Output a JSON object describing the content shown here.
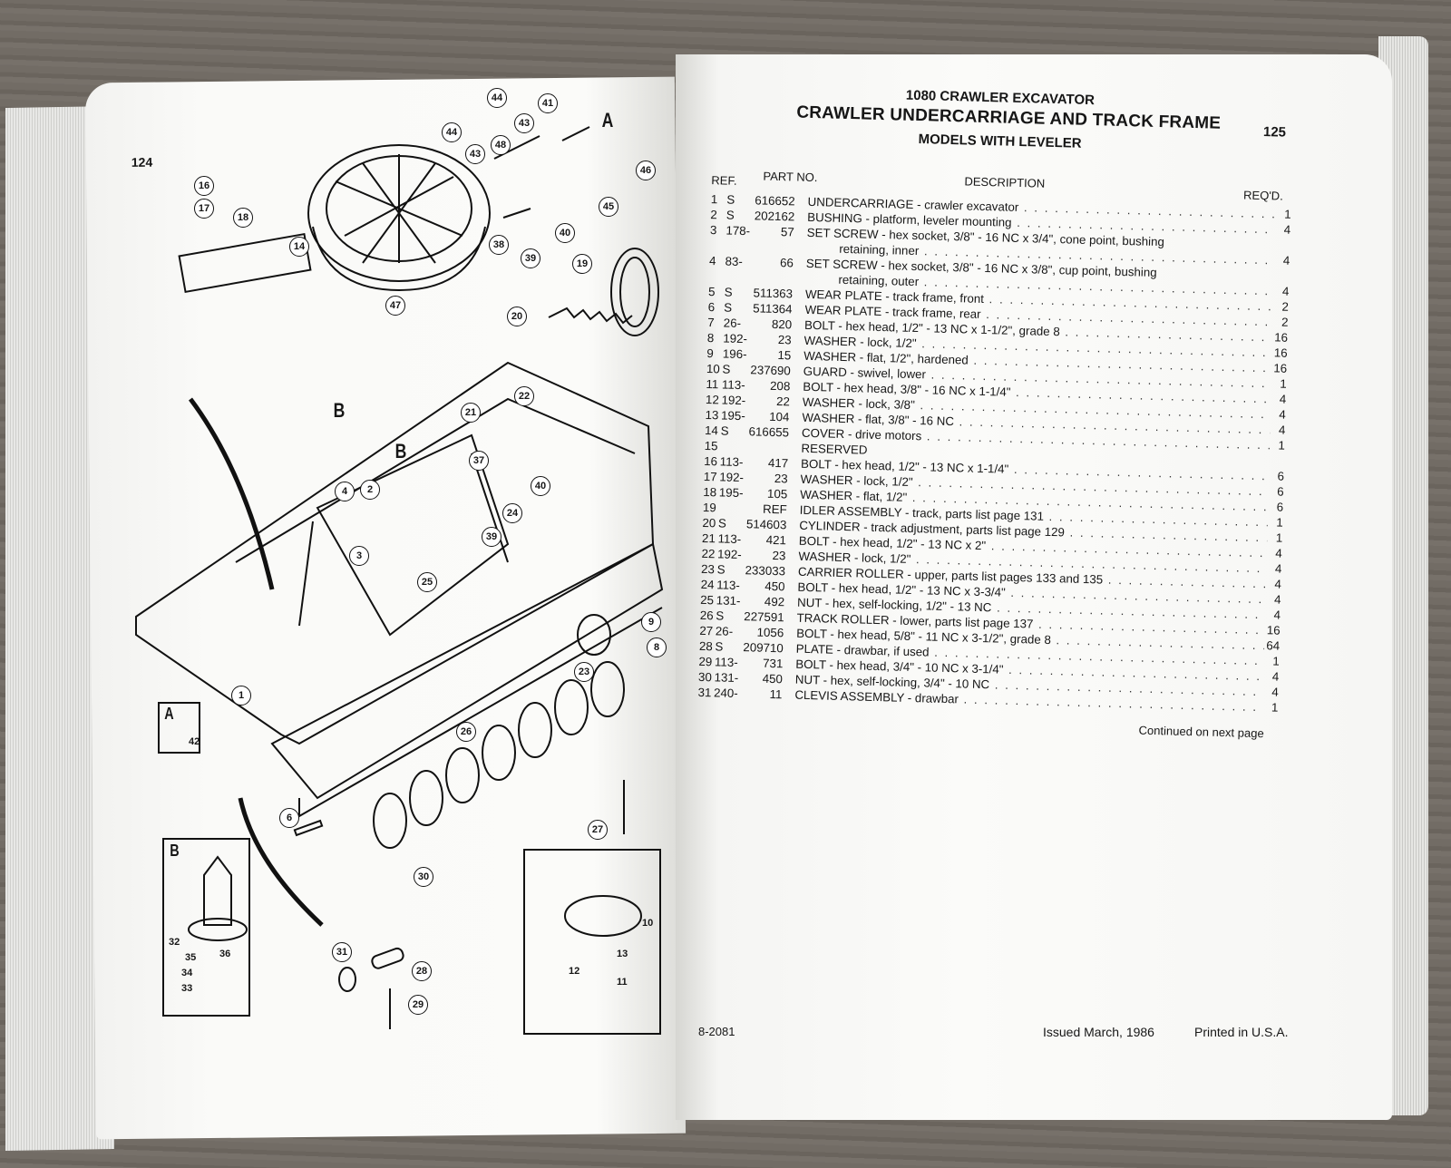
{
  "left_page": {
    "page_number": "124",
    "callouts": [
      "44",
      "43",
      "41",
      "44",
      "43",
      "48",
      "46",
      "45",
      "16",
      "17",
      "18",
      "14",
      "38",
      "39",
      "40",
      "47",
      "19",
      "20",
      "22",
      "21",
      "37",
      "40",
      "2",
      "4",
      "24",
      "39",
      "3",
      "25",
      "9",
      "8",
      "23",
      "1",
      "26",
      "6",
      "27",
      "30",
      "31",
      "28",
      "29"
    ],
    "view_letters": [
      "A",
      "B",
      "B"
    ],
    "inset_a": {
      "letter": "A",
      "part": "42"
    },
    "inset_b": {
      "letter": "B",
      "parts": [
        "32",
        "35",
        "36",
        "34",
        "33"
      ]
    },
    "inset_c": {
      "parts": [
        "10",
        "13",
        "12",
        "11"
      ]
    }
  },
  "right_page": {
    "page_number": "125",
    "header": "1080 CRAWLER EXCAVATOR",
    "title": "CRAWLER UNDERCARRIAGE AND TRACK FRAME",
    "subtitle": "MODELS WITH LEVELER",
    "columns": {
      "ref": "REF.",
      "part_no": "PART NO.",
      "description": "DESCRIPTION",
      "reqd": "REQ'D."
    },
    "parts": [
      {
        "ref": "1",
        "pre": "S",
        "num": "616652",
        "name": "UNDERCARRIAGE",
        "detail": " - crawler excavator",
        "qty": "1"
      },
      {
        "ref": "2",
        "pre": "S",
        "num": "202162",
        "name": "BUSHING",
        "detail": " - platform, leveler mounting",
        "qty": "4",
        "indent": true
      },
      {
        "ref": "3",
        "pre": "178-",
        "num": "57",
        "name": "SET SCREW",
        "detail": " - hex socket, 3/8\" - 16 NC x 3/4\", cone point, bushing",
        "cont": "retaining, inner",
        "qty": "4",
        "indent": true
      },
      {
        "ref": "4",
        "pre": "83-",
        "num": "66",
        "name": "SET SCREW",
        "detail": " - hex socket, 3/8\" - 16 NC x 3/8\", cup point, bushing",
        "cont": "retaining, outer",
        "qty": "4",
        "indent": true
      },
      {
        "ref": "5",
        "pre": "S",
        "num": "511363",
        "name": "WEAR PLATE",
        "detail": " - track frame, front",
        "qty": "2"
      },
      {
        "ref": "6",
        "pre": "S",
        "num": "511364",
        "name": "WEAR PLATE",
        "detail": " - track frame, rear",
        "qty": "2"
      },
      {
        "ref": "7",
        "pre": "26-",
        "num": "820",
        "name": "BOLT",
        "detail": " - hex head, 1/2\" - 13 NC x 1-1/2\", grade 8",
        "qty": "16"
      },
      {
        "ref": "8",
        "pre": "192-",
        "num": "23",
        "name": "WASHER",
        "detail": " - lock, 1/2\"",
        "qty": "16"
      },
      {
        "ref": "9",
        "pre": "196-",
        "num": "15",
        "name": "WASHER",
        "detail": " - flat, 1/2\", hardened",
        "qty": "16"
      },
      {
        "ref": "10",
        "pre": "S",
        "num": "237690",
        "name": "GUARD",
        "detail": " - swivel, lower",
        "qty": "1"
      },
      {
        "ref": "11",
        "pre": "113-",
        "num": "208",
        "name": "BOLT",
        "detail": " - hex head, 3/8\" - 16 NC x 1-1/4\"",
        "qty": "4"
      },
      {
        "ref": "12",
        "pre": "192-",
        "num": "22",
        "name": "WASHER",
        "detail": " - lock, 3/8\"",
        "qty": "4"
      },
      {
        "ref": "13",
        "pre": "195-",
        "num": "104",
        "name": "WASHER",
        "detail": " - flat, 3/8\" - 16 NC",
        "qty": "4"
      },
      {
        "ref": "14",
        "pre": "S",
        "num": "616655",
        "name": "COVER",
        "detail": " - drive motors",
        "qty": "1"
      },
      {
        "ref": "15",
        "pre": "",
        "num": "",
        "name": "RESERVED",
        "detail": "",
        "qty": ""
      },
      {
        "ref": "16",
        "pre": "113-",
        "num": "417",
        "name": "BOLT",
        "detail": " - hex head, 1/2\" - 13 NC x 1-1/4\"",
        "qty": "6"
      },
      {
        "ref": "17",
        "pre": "192-",
        "num": "23",
        "name": "WASHER",
        "detail": " - lock, 1/2\"",
        "qty": "6"
      },
      {
        "ref": "18",
        "pre": "195-",
        "num": "105",
        "name": "WASHER",
        "detail": " - flat, 1/2\"",
        "qty": "6"
      },
      {
        "ref": "19",
        "pre": "",
        "num": "REF",
        "name": "IDLER ASSEMBLY",
        "detail": " - track, parts list page 131",
        "qty": "1"
      },
      {
        "ref": "20",
        "pre": "S",
        "num": "514603",
        "name": "CYLINDER",
        "detail": " - track adjustment, parts list page 129",
        "qty": "1"
      },
      {
        "ref": "21",
        "pre": "113-",
        "num": "421",
        "name": "BOLT",
        "detail": " - hex head, 1/2\" - 13 NC x 2\"",
        "qty": "4"
      },
      {
        "ref": "22",
        "pre": "192-",
        "num": "23",
        "name": "WASHER",
        "detail": " - lock, 1/2\"",
        "qty": "4"
      },
      {
        "ref": "23",
        "pre": "S",
        "num": "233033",
        "name": "CARRIER ROLLER",
        "detail": " - upper, parts list pages 133 and 135",
        "qty": "4"
      },
      {
        "ref": "24",
        "pre": "113-",
        "num": "450",
        "name": "BOLT",
        "detail": " - hex head, 1/2\" - 13 NC x 3-3/4\"",
        "qty": "4"
      },
      {
        "ref": "25",
        "pre": "131-",
        "num": "492",
        "name": "NUT",
        "detail": " - hex, self-locking, 1/2\" - 13 NC",
        "qty": "4"
      },
      {
        "ref": "26",
        "pre": "S",
        "num": "227591",
        "name": "TRACK ROLLER",
        "detail": " - lower, parts list page 137",
        "qty": "16"
      },
      {
        "ref": "27",
        "pre": "26-",
        "num": "1056",
        "name": "BOLT",
        "detail": " - hex head, 5/8\" - 11 NC x 3-1/2\", grade 8",
        "qty": "64"
      },
      {
        "ref": "28",
        "pre": "S",
        "num": "209710",
        "name": "PLATE",
        "detail": " - drawbar, if used",
        "qty": "1"
      },
      {
        "ref": "29",
        "pre": "113-",
        "num": "731",
        "name": "BOLT",
        "detail": " - hex head, 3/4\" - 10 NC x 3-1/4\"",
        "qty": "4"
      },
      {
        "ref": "30",
        "pre": "131-",
        "num": "450",
        "name": "NUT",
        "detail": " - hex, self-locking, 3/4\" - 10 NC",
        "qty": "4"
      },
      {
        "ref": "31",
        "pre": "240-",
        "num": "11",
        "name": "CLEVIS ASSEMBLY",
        "detail": " - drawbar",
        "qty": "1"
      }
    ],
    "continued": "Continued on next page",
    "doc_code": "8-2081",
    "issued": "Issued March, 1986",
    "printed": "Printed in U.S.A."
  }
}
